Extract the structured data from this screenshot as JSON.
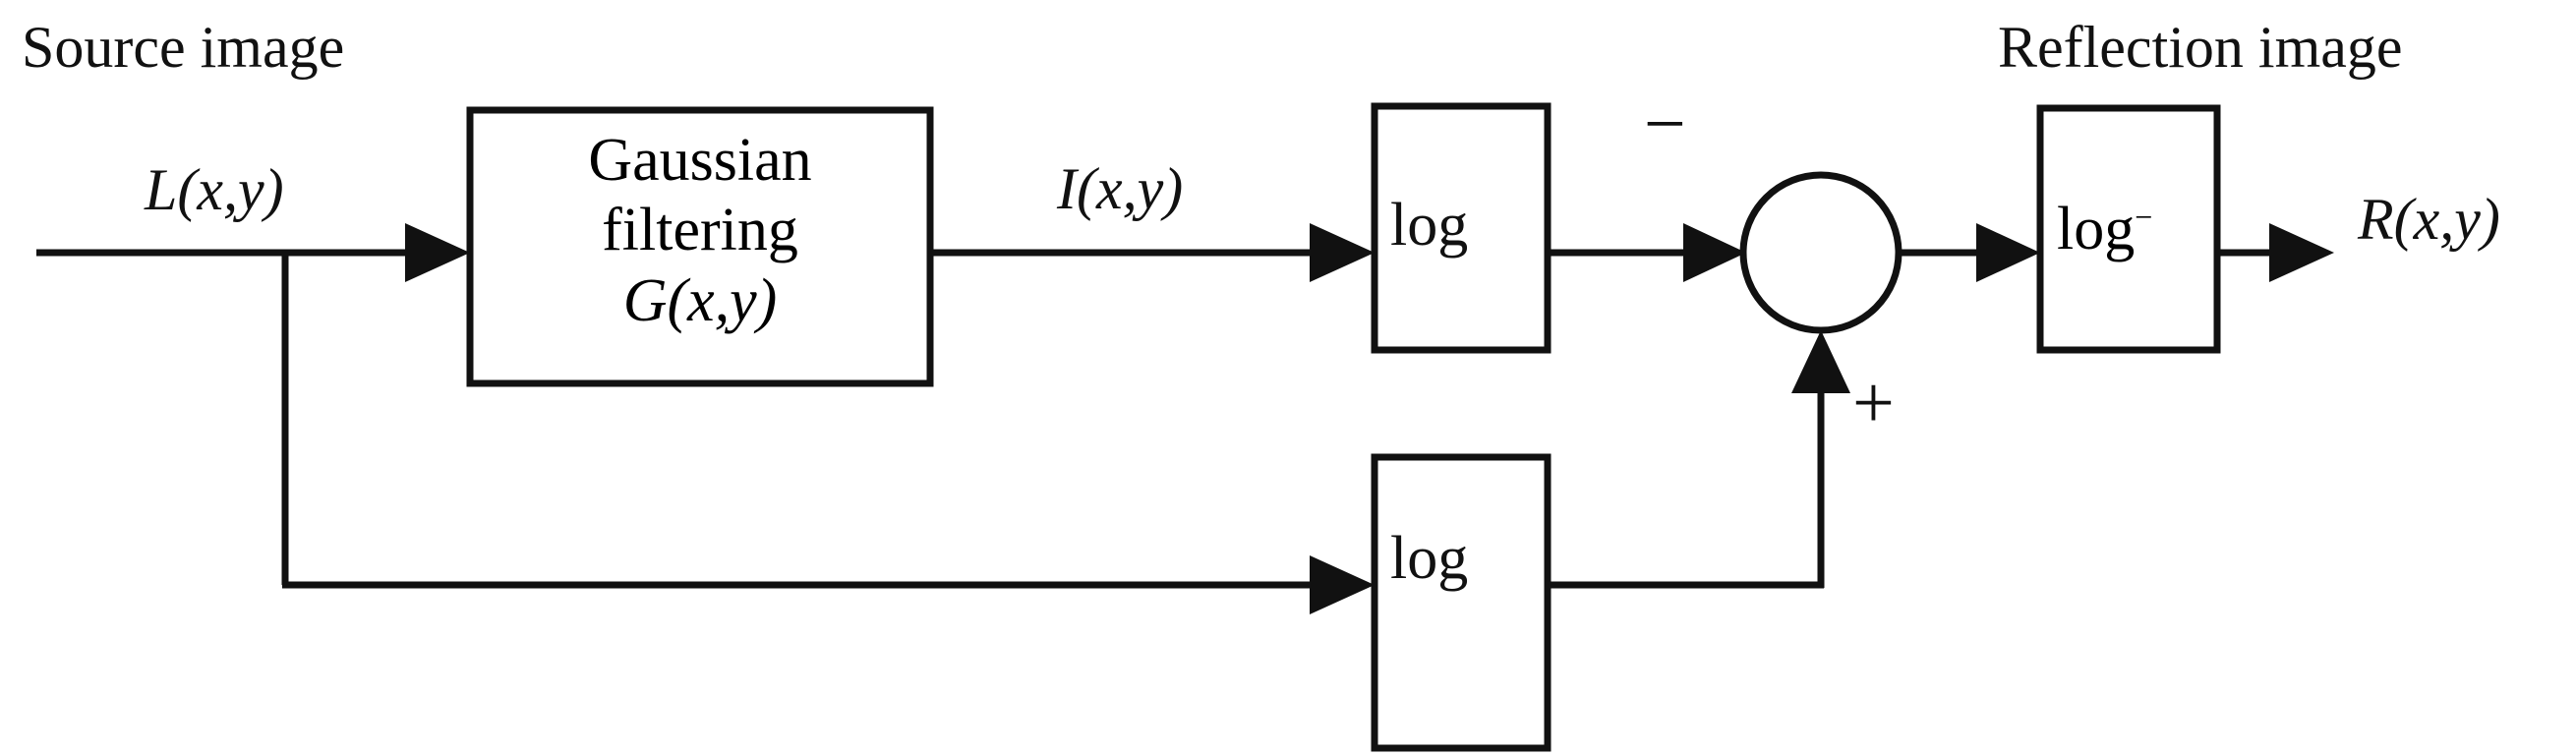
{
  "diagram": {
    "type": "block-diagram",
    "title_visible": false,
    "background_color": "#ffffff",
    "line_color": "#111111",
    "labels": {
      "source_image": "Source image",
      "reflection_image": "Reflection image",
      "input_signal": "L(x,y)",
      "filtered_signal": "I(x,y)",
      "output_signal": "R(x,y)",
      "minus_sign": "−",
      "plus_sign": "+"
    },
    "blocks": [
      {
        "id": "gaussian-filter",
        "line1": "Gaussian",
        "line2": "filtering",
        "line3": "G(x,y)"
      },
      {
        "id": "log-top",
        "label": "log"
      },
      {
        "id": "log-bottom",
        "label": "log"
      },
      {
        "id": "inverse-log",
        "label": "log",
        "superscript": "−"
      }
    ],
    "summing_junction": {
      "id": "summing-junction",
      "shape": "circle",
      "inputs": [
        {
          "from": "log-top",
          "sign": "−",
          "direction": "left"
        },
        {
          "from": "log-bottom",
          "sign": "+",
          "direction": "bottom"
        }
      ],
      "output": "inverse-log"
    },
    "flow": [
      "L(x,y) → Gaussian filtering G(x,y) → I(x,y) → log → (−) ⊕",
      "L(x,y) → log → (+) ⊕",
      "⊕ → log⁻ → R(x,y)"
    ]
  }
}
